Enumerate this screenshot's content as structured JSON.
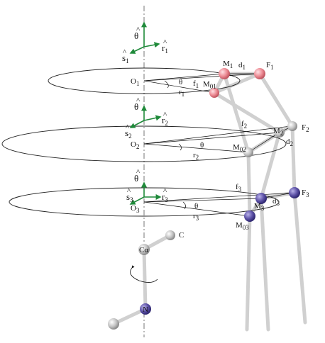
{
  "colors": {
    "axis_green": "#1f8a3a",
    "ellipse": "#222222",
    "bond_gray": "#c8c8c8",
    "atom_red": "#e8808a",
    "atom_gray": "#bdbdbd",
    "atom_blue": "#5a4fa0"
  },
  "labels": {
    "frame1": {
      "theta": "θ",
      "r": "r",
      "r_sub": "1",
      "s": "s",
      "s_sub": "1"
    },
    "frame2": {
      "theta": "θ",
      "r": "r",
      "r_sub": "2",
      "s": "s",
      "s_sub": "2"
    },
    "frame3": {
      "theta": "θ",
      "r": "r",
      "r_sub": "3",
      "s": "s",
      "s_sub": "3"
    },
    "level1": {
      "O": "O",
      "O_sub": "1",
      "M": "M",
      "M_sub": "1",
      "M0": "M",
      "M0_sub": "01",
      "F": "F",
      "F_sub": "1",
      "d": "d",
      "d_sub": "1",
      "f": "f",
      "f_sub": "1",
      "rv": "r",
      "rv_sub": "1",
      "angle": "θ"
    },
    "level2": {
      "O": "O",
      "O_sub": "2",
      "M": "M",
      "M_sub": "2",
      "M0": "M",
      "M0_sub": "02",
      "F": "F",
      "F_sub": "2",
      "d": "d",
      "d_sub": "2",
      "f": "f",
      "f_sub": "2",
      "rv": "r",
      "rv_sub": "2",
      "angle": "θ"
    },
    "level3": {
      "O": "O",
      "O_sub": "3",
      "M": "M",
      "M_sub": "3",
      "M0": "M",
      "M0_sub": "03",
      "F": "F",
      "F_sub": "3",
      "d": "d",
      "d_sub": "3",
      "f": "f",
      "f_sub": "3",
      "rv": "r",
      "rv_sub": "3",
      "angle": "θ"
    },
    "backbone": {
      "calpha": "Cα",
      "c": "C",
      "n": "N"
    }
  }
}
